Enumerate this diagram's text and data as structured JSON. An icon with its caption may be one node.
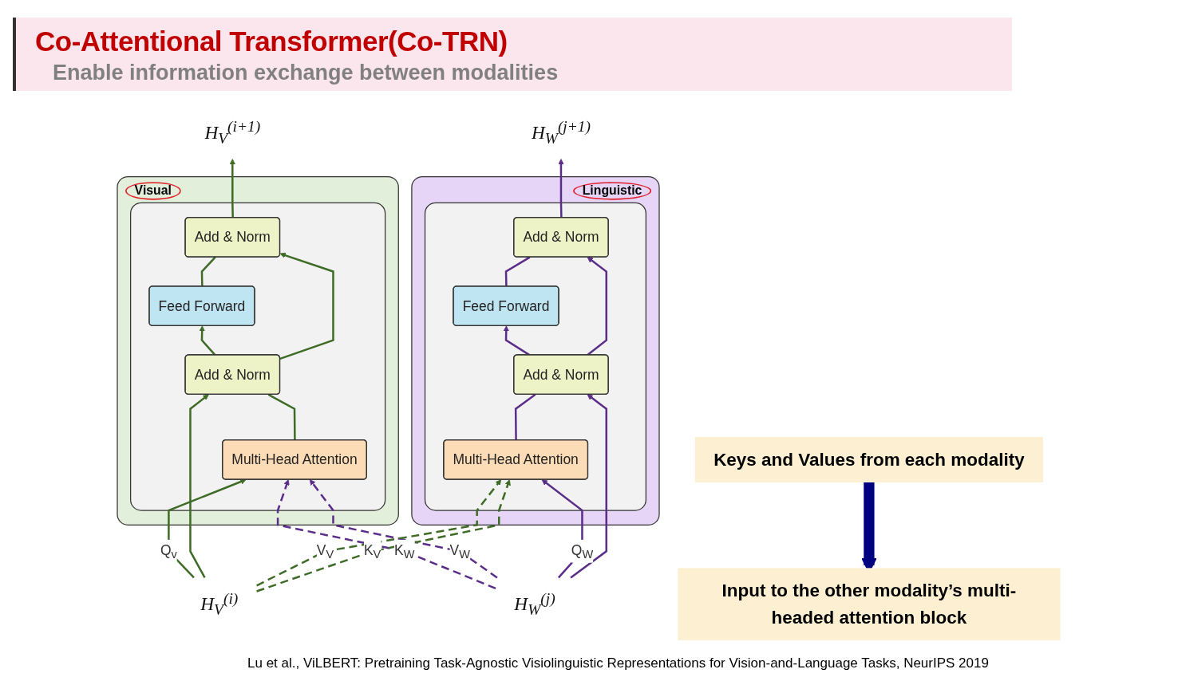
{
  "diagram": {
    "title": "Co-Attentional Transformer(Co-TRN)",
    "caption": "Lu et al., ViLBERT: Pretraining Task-Agnostic Visiolinguistic Representations for Vision-and-Language Tasks, NeurIPS 2019",
    "nodes": [
      {
        "text": [
          "H$_{V}$$^{(i+1)}$"
        ]
      },
      {
        "text": [
          "H$_{W}$$^{(j+1)}$"
        ]
      },
      {
        "text": [
          "Visual"
        ]
      },
      {
        "text": [],
        "shape": "box",
        "in": 2
      },
      {
        "text": [
          "Add & Norm"
        ],
        "in": 3
      },
      {
        "text": [
          "Feed Forward"
        ],
        "in": 3
      },
      {
        "text": [
          "Add & Norm"
        ],
        "in": 3
      },
      {
        "text": [
          "Multi-Head Attention"
        ],
        "in": 3
      },
      {
        "text": [
          "Linguistic"
        ]
      },
      {
        "text": [],
        "shape": "box",
        "in": 8
      },
      {
        "text": [
          "Add & Norm"
        ],
        "in": 9
      },
      {
        "text": [
          "Feed Forward"
        ],
        "in": 9
      },
      {
        "text": [
          "Add & Norm"
        ],
        "in": 9
      },
      {
        "text": [
          "Multi-Head Attention"
        ],
        "in": 9
      },
      {
        "text": [
          "H$_{V}$$^{(i)}$"
        ]
      },
      {
        "text": [
          "H$_{W}$$^{(j)}$"
        ]
      },
      {
        "text": [
          "Keys and Values from each modality"
        ]
      },
      {
        "text": [
          "Input to the other modality’s multi-headed attention block"
        ]
      }
    ],
    "edges": [
      {
        "from": 14,
        "to": 7,
        "arrow": "to",
        "label": "Q$_{v}$",
        "color": "#3e6b26"
      },
      {
        "from": 14,
        "to": 6,
        "arrow": "to",
        "color": "#3e6b26"
      },
      {
        "from": 7,
        "to": 6,
        "arrow": "none",
        "color": "#3e6b26"
      },
      {
        "from": 6,
        "to": 5,
        "arrow": "to",
        "color": "#3e6b26"
      },
      {
        "from": 6,
        "to": 4,
        "arrow": "to",
        "color": "#3e6b26"
      },
      {
        "from": 5,
        "to": 4,
        "arrow": "none",
        "color": "#3e6b26"
      },
      {
        "from": 4,
        "to": 0,
        "arrow": "to",
        "color": "#3e6b26"
      },
      {
        "from": 15,
        "to": 7,
        "arrow": "to",
        "label": "K$_{W}$",
        "style": "dashed",
        "color": "#5a2d88"
      },
      {
        "from": 15,
        "to": 7,
        "arrow": "to",
        "label": "V$_{W}$",
        "style": "dashed",
        "color": "#5a2d88"
      },
      {
        "from": 15,
        "to": 13,
        "arrow": "to",
        "label": "Q$_{W}$",
        "color": "#5a2d88"
      },
      {
        "from": 15,
        "to": 12,
        "arrow": "to",
        "color": "#5a2d88"
      },
      {
        "from": 13,
        "to": 12,
        "arrow": "none",
        "color": "#5a2d88"
      },
      {
        "from": 12,
        "to": 11,
        "arrow": "to",
        "color": "#5a2d88"
      },
      {
        "from": 12,
        "to": 10,
        "arrow": "to",
        "color": "#5a2d88"
      },
      {
        "from": 11,
        "to": 10,
        "arrow": "none",
        "color": "#5a2d88"
      },
      {
        "from": 10,
        "to": 1,
        "arrow": "to",
        "color": "#5a2d88"
      },
      {
        "from": 14,
        "to": 13,
        "arrow": "to",
        "label": "V$_{V}$",
        "style": "dashed",
        "color": "#3e6b26"
      },
      {
        "from": 14,
        "to": 13,
        "arrow": "to",
        "label": "K$_{V}$",
        "style": "dashed",
        "color": "#3e6b26"
      },
      {
        "from": 16,
        "to": 17,
        "arrow": "to",
        "style": "thick",
        "color": "#000080"
      }
    ],
    "labels": [
      "Enable information exchange between modalities"
    ]
  }
}
